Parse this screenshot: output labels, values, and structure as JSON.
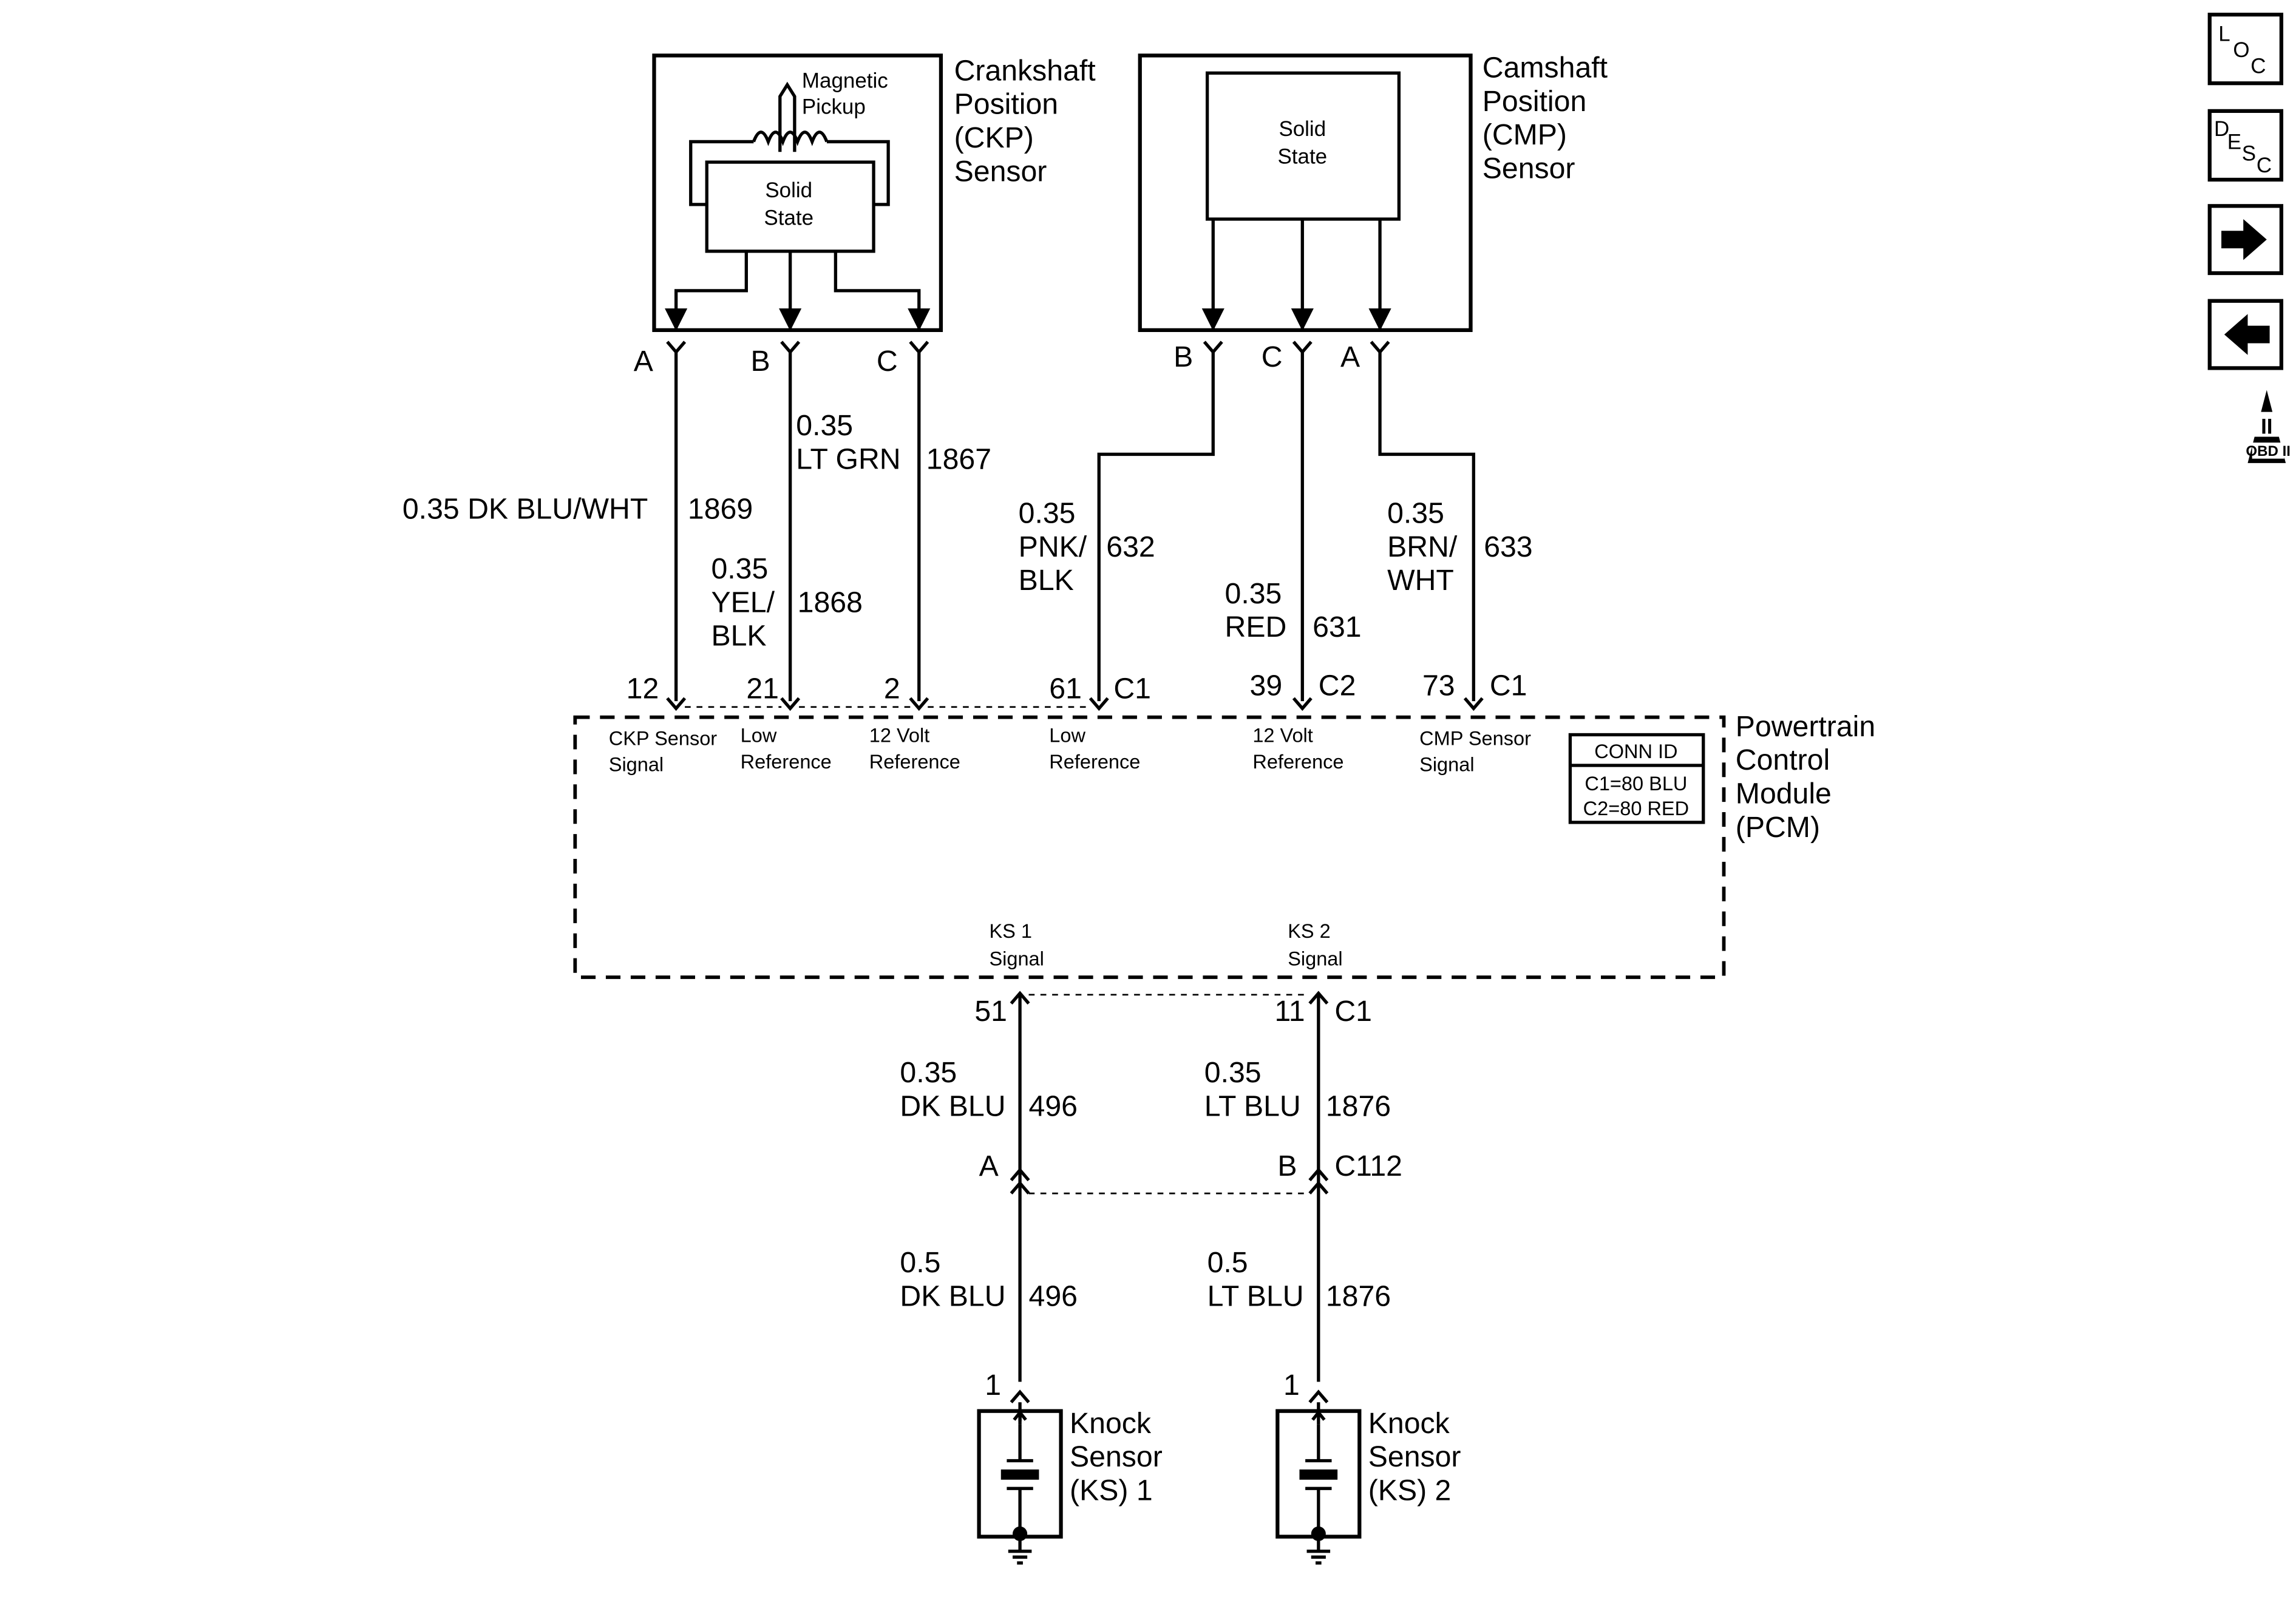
{
  "ckp_sensor": {
    "title_lines": [
      "Crankshaft",
      "Position",
      "(CKP)",
      "Sensor"
    ],
    "pickup_lines": [
      "Magnetic",
      "Pickup"
    ],
    "solid_lines": [
      "Solid",
      "State"
    ],
    "pins": [
      "A",
      "B",
      "C"
    ]
  },
  "cmp_sensor": {
    "title_lines": [
      "Camshaft",
      "Position",
      "(CMP)",
      "Sensor"
    ],
    "solid_lines": [
      "Solid",
      "State"
    ],
    "pins": [
      "B",
      "C",
      "A"
    ]
  },
  "wires": {
    "w1869": {
      "label": "0.35 DK BLU/WHT",
      "circuit": "1869"
    },
    "w1868": {
      "lines": [
        "0.35",
        "YEL/",
        "BLK"
      ],
      "circuit": "1868"
    },
    "w1867": {
      "lines": [
        "0.35",
        "LT GRN"
      ],
      "circuit": "1867"
    },
    "w632": {
      "lines": [
        "0.35",
        "PNK/",
        "BLK"
      ],
      "circuit": "632"
    },
    "w631": {
      "lines": [
        "0.35",
        "RED"
      ],
      "circuit": "631"
    },
    "w633": {
      "lines": [
        "0.35",
        "BRN/",
        "WHT"
      ],
      "circuit": "633"
    },
    "w496_top": {
      "lines": [
        "0.35",
        "DK BLU"
      ],
      "circuit": "496"
    },
    "w1876_top": {
      "lines": [
        "0.35",
        "LT BLU"
      ],
      "circuit": "1876"
    },
    "w496_bot": {
      "lines": [
        "0.5",
        "DK BLU"
      ],
      "circuit": "496"
    },
    "w1876_bot": {
      "lines": [
        "0.5",
        "LT BLU"
      ],
      "circuit": "1876"
    }
  },
  "pcm_pins": {
    "p12": "12",
    "p21": "21",
    "p2": "2",
    "p61": "61",
    "p39": "39",
    "p73": "73",
    "c1a": "C1",
    "c2": "C2",
    "c1b": "C1",
    "p51": "51",
    "p11": "11",
    "c1c": "C1"
  },
  "pcm": {
    "title_lines": [
      "Powertrain",
      "Control",
      "Module",
      "(PCM)"
    ],
    "signals": {
      "ckp": [
        "CKP Sensor",
        "Signal"
      ],
      "low1": [
        "Low",
        "Reference"
      ],
      "volt1": [
        "12 Volt",
        "Reference"
      ],
      "low2": [
        "Low",
        "Reference"
      ],
      "volt2": [
        "12 Volt",
        "Reference"
      ],
      "cmp": [
        "CMP Sensor",
        "Signal"
      ],
      "ks1": [
        "KS 1",
        "Signal"
      ],
      "ks2": [
        "KS 2",
        "Signal"
      ]
    },
    "conn_id": {
      "title": "CONN ID",
      "lines": [
        "C1=80 BLU",
        "C2=80 RED"
      ]
    }
  },
  "c112": {
    "pin_a": "A",
    "pin_b": "B",
    "name": "C112"
  },
  "knock_sensors": [
    {
      "pin": "1",
      "lines": [
        "Knock",
        "Sensor",
        "(KS) 1"
      ]
    },
    {
      "pin": "1",
      "lines": [
        "Knock",
        "Sensor",
        "(KS) 2"
      ]
    }
  ],
  "nav": {
    "loc": [
      "L",
      "O",
      "C"
    ],
    "desc": [
      "D",
      "E",
      "S",
      "C"
    ],
    "obd": [
      "II",
      "OBD II"
    ]
  }
}
